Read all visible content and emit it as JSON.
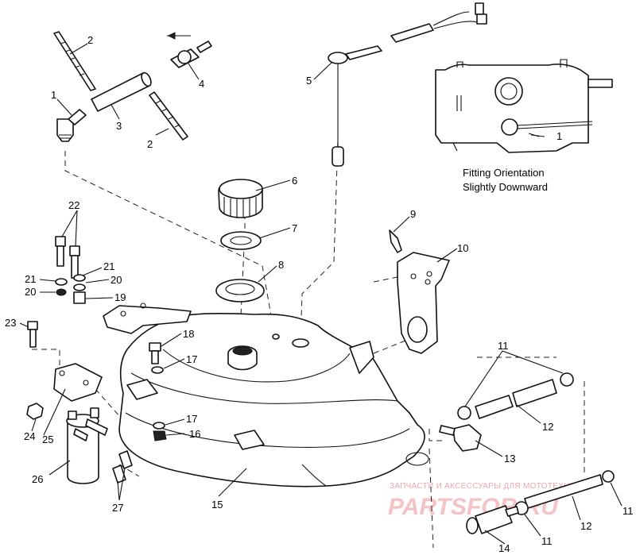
{
  "note": {
    "line1": "Fitting Orientation",
    "line2": "Slightly Downward",
    "inset_callout": "1"
  },
  "callouts": {
    "c1": "1",
    "c2a": "2",
    "c2b": "2",
    "c3": "3",
    "c4": "4",
    "c5": "5",
    "c6": "6",
    "c7": "7",
    "c8": "8",
    "c9": "9",
    "c10": "10",
    "c11a": "11",
    "c11b": "11",
    "c11c": "11",
    "c12a": "12",
    "c12b": "12",
    "c13": "13",
    "c14": "14",
    "c15": "15",
    "c16": "16",
    "c17a": "17",
    "c17b": "17",
    "c18": "18",
    "c19": "19",
    "c20a": "20",
    "c20b": "20",
    "c21a": "21",
    "c21b": "21",
    "c22": "22",
    "c23": "23",
    "c24": "24",
    "c25": "25",
    "c26": "26",
    "c27": "27"
  },
  "watermark": {
    "small": "ЗАПЧАСТИ И АКСЕССУАРЫ ДЛЯ МОТОТЕХНИКИ",
    "big": "PARTSFOR.RU"
  }
}
